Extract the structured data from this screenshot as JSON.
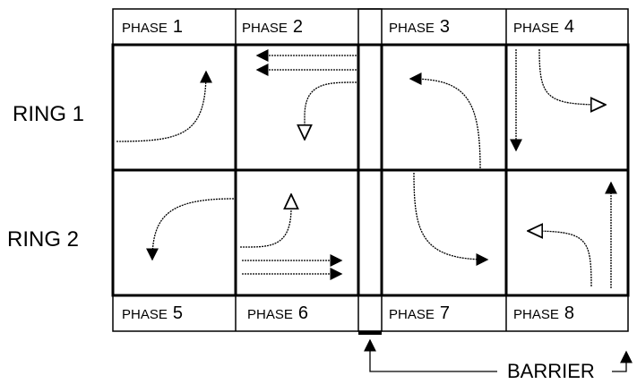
{
  "phase_word": "PHASE",
  "phases": [
    {
      "number": "1",
      "ring": 1
    },
    {
      "number": "2",
      "ring": 1
    },
    {
      "number": "3",
      "ring": 1
    },
    {
      "number": "4",
      "ring": 1
    },
    {
      "number": "5",
      "ring": 2
    },
    {
      "number": "6",
      "ring": 2
    },
    {
      "number": "7",
      "ring": 2
    },
    {
      "number": "8",
      "ring": 2
    }
  ],
  "rings": [
    "RING 1",
    "RING 2"
  ],
  "barrier_label": "BARRIER",
  "arrow_styles": {
    "protected": "solid",
    "permitted": "open"
  },
  "colors": {
    "line": "#000000",
    "background": "#ffffff"
  }
}
